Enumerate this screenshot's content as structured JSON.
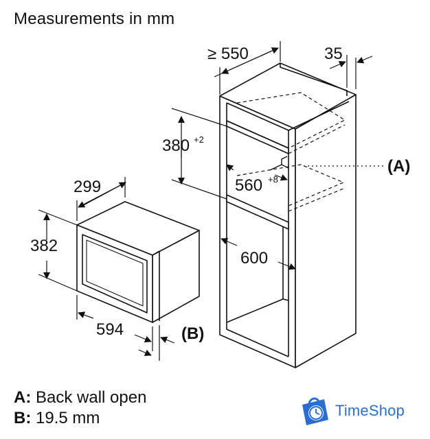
{
  "title": "Measurements in mm",
  "dimensions": {
    "cabinet_depth": "≥ 550",
    "cabinet_gap": "35",
    "niche_height": "380",
    "niche_height_tol": "+2",
    "niche_width": "560",
    "niche_width_tol": "+8",
    "cabinet_width": "600",
    "appliance_depth": "299",
    "appliance_height": "382",
    "appliance_width": "594",
    "label_a": "(A)",
    "label_b": "(B)"
  },
  "legend": {
    "a_key": "A:",
    "a_text": "Back wall open",
    "b_key": "B:",
    "b_text": "19.5 mm"
  },
  "brand": {
    "name": "TimeShop",
    "icon": "shopping-bag-clock-icon",
    "color": "#2a6fd0"
  }
}
